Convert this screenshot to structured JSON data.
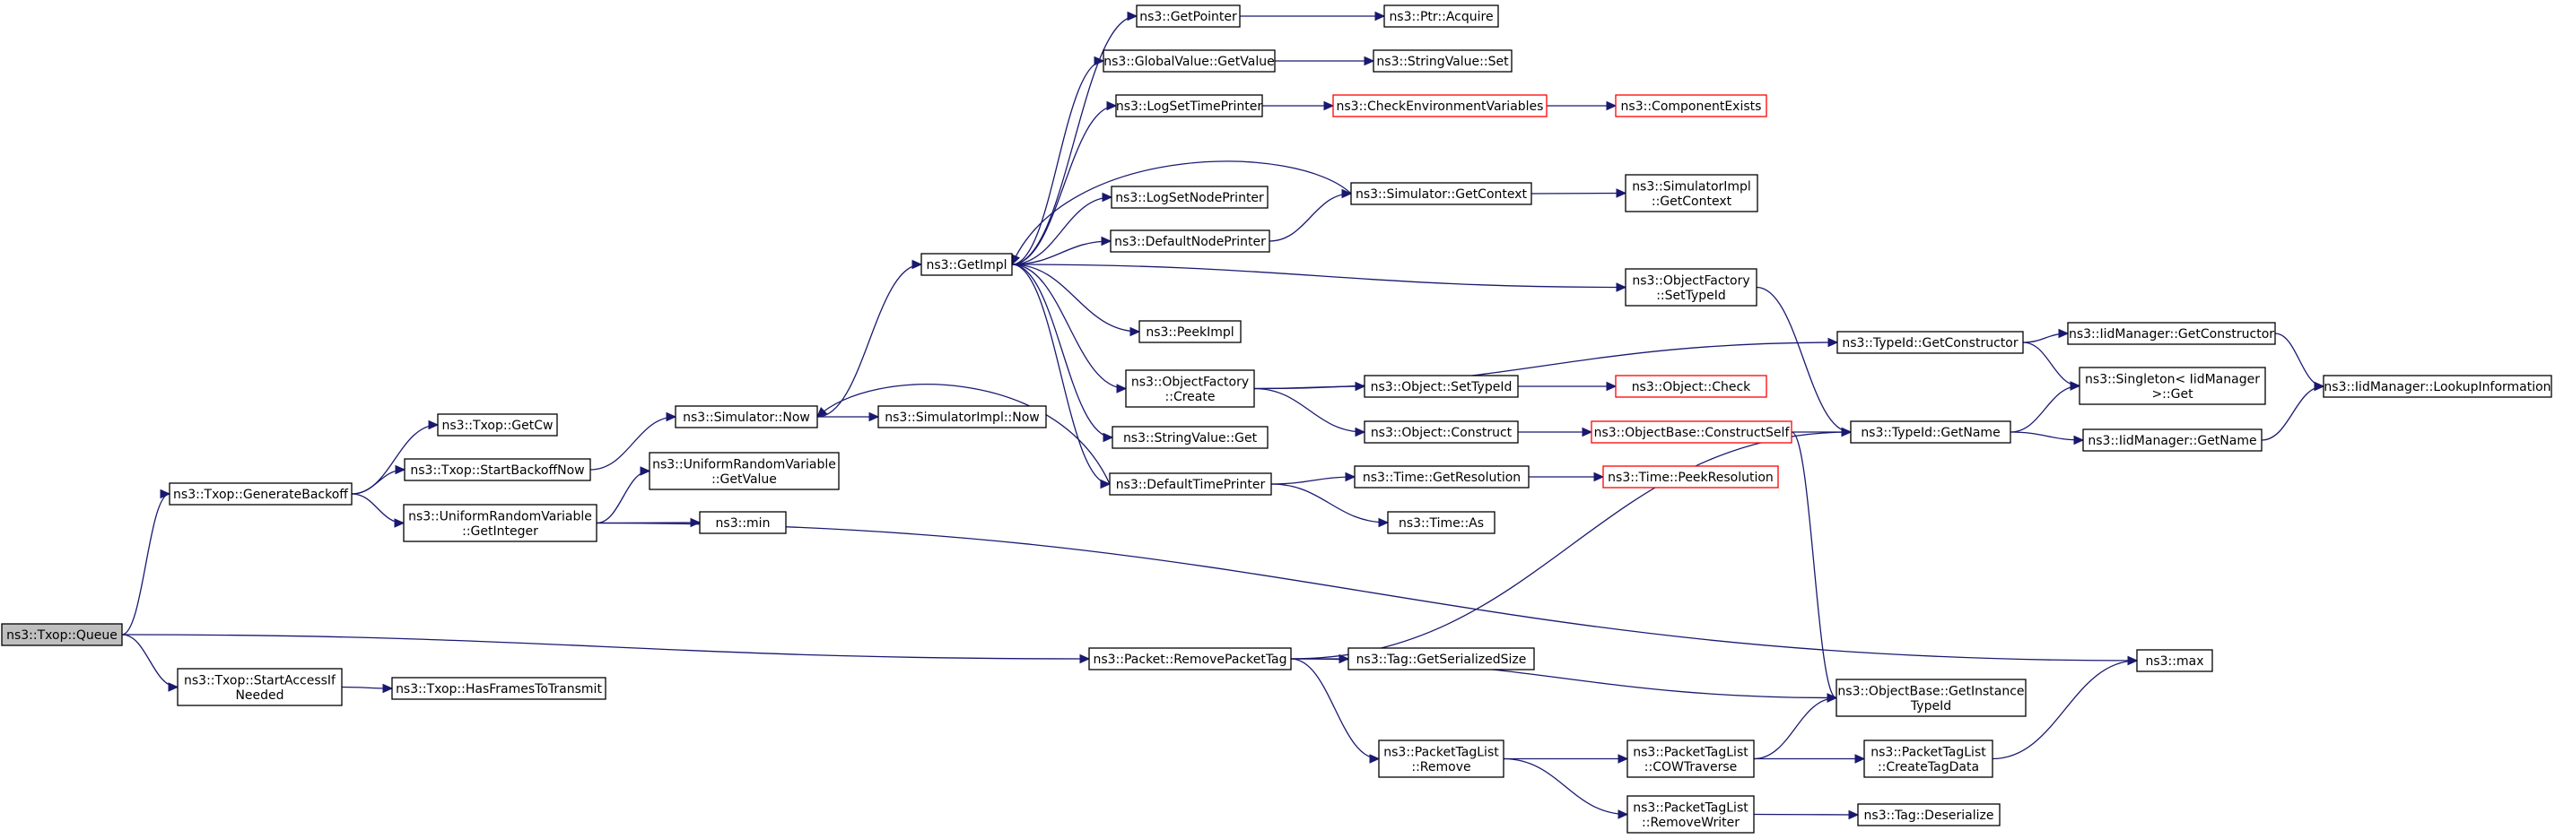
{
  "diagram": {
    "type": "call-graph",
    "edge_color": "#191970",
    "focus_fill": "#bfbfbf",
    "missing_border_color": "#ff0000",
    "nodes": [
      {
        "id": "queue",
        "lines": [
          "ns3::Txop::Queue"
        ],
        "style": "focus"
      },
      {
        "id": "genBackoff",
        "lines": [
          "ns3::Txop::GenerateBackoff"
        ]
      },
      {
        "id": "startAccess",
        "lines": [
          "ns3::Txop::StartAccessIf",
          "Needed"
        ]
      },
      {
        "id": "getCw",
        "lines": [
          "ns3::Txop::GetCw"
        ]
      },
      {
        "id": "startBackoffNow",
        "lines": [
          "ns3::Txop::StartBackoffNow"
        ]
      },
      {
        "id": "urvGetInteger",
        "lines": [
          "ns3::UniformRandomVariable",
          "::GetInteger"
        ]
      },
      {
        "id": "urvGetValue",
        "lines": [
          "ns3::UniformRandomVariable",
          "::GetValue"
        ]
      },
      {
        "id": "min",
        "lines": [
          "ns3::min"
        ]
      },
      {
        "id": "hasFrames",
        "lines": [
          "ns3::Txop::HasFramesToTransmit"
        ]
      },
      {
        "id": "simNow",
        "lines": [
          "ns3::Simulator::Now"
        ]
      },
      {
        "id": "simImplNow",
        "lines": [
          "ns3::SimulatorImpl::Now"
        ]
      },
      {
        "id": "getImpl",
        "lines": [
          "ns3::GetImpl"
        ]
      },
      {
        "id": "getPointer",
        "lines": [
          "ns3::GetPointer"
        ]
      },
      {
        "id": "gvGetValue",
        "lines": [
          "ns3::GlobalValue::GetValue"
        ]
      },
      {
        "id": "logSetTime",
        "lines": [
          "ns3::LogSetTimePrinter"
        ]
      },
      {
        "id": "logSetNode",
        "lines": [
          "ns3::LogSetNodePrinter"
        ]
      },
      {
        "id": "defNodePrinter",
        "lines": [
          "ns3::DefaultNodePrinter"
        ]
      },
      {
        "id": "peekImpl",
        "lines": [
          "ns3::PeekImpl"
        ]
      },
      {
        "id": "ofCreate",
        "lines": [
          "ns3::ObjectFactory",
          "::Create"
        ]
      },
      {
        "id": "svGet",
        "lines": [
          "ns3::StringValue::Get"
        ]
      },
      {
        "id": "defTimePrinter",
        "lines": [
          "ns3::DefaultTimePrinter"
        ]
      },
      {
        "id": "removePacketTag",
        "lines": [
          "ns3::Packet::RemovePacketTag"
        ]
      },
      {
        "id": "ptrAcquire",
        "lines": [
          "ns3::Ptr::Acquire"
        ]
      },
      {
        "id": "svSet",
        "lines": [
          "ns3::StringValue::Set"
        ]
      },
      {
        "id": "checkEnv",
        "lines": [
          "ns3::CheckEnvironmentVariables"
        ],
        "style": "missing"
      },
      {
        "id": "compExists",
        "lines": [
          "ns3::ComponentExists"
        ],
        "style": "missing"
      },
      {
        "id": "simGetContext",
        "lines": [
          "ns3::Simulator::GetContext"
        ]
      },
      {
        "id": "simImplGetContext",
        "lines": [
          "ns3::SimulatorImpl",
          "::GetContext"
        ]
      },
      {
        "id": "ofSetTypeId",
        "lines": [
          "ns3::ObjectFactory",
          "::SetTypeId"
        ]
      },
      {
        "id": "objSetTypeId",
        "lines": [
          "ns3::Object::SetTypeId"
        ]
      },
      {
        "id": "objCheck",
        "lines": [
          "ns3::Object::Check"
        ],
        "style": "missing"
      },
      {
        "id": "objConstruct",
        "lines": [
          "ns3::Object::Construct"
        ]
      },
      {
        "id": "obConstructSelf",
        "lines": [
          "ns3::ObjectBase::ConstructSelf"
        ],
        "style": "missing"
      },
      {
        "id": "timeGetRes",
        "lines": [
          "ns3::Time::GetResolution"
        ]
      },
      {
        "id": "timePeekRes",
        "lines": [
          "ns3::Time::PeekResolution"
        ],
        "style": "missing"
      },
      {
        "id": "timeAs",
        "lines": [
          "ns3::Time::As"
        ]
      },
      {
        "id": "tagSerSize",
        "lines": [
          "ns3::Tag::GetSerializedSize"
        ]
      },
      {
        "id": "ptlRemove",
        "lines": [
          "ns3::PacketTagList",
          "::Remove"
        ]
      },
      {
        "id": "ptlCow",
        "lines": [
          "ns3::PacketTagList",
          "::COWTraverse"
        ]
      },
      {
        "id": "ptlRemoveWriter",
        "lines": [
          "ns3::PacketTagList",
          "::RemoveWriter"
        ]
      },
      {
        "id": "ptlCreateTagData",
        "lines": [
          "ns3::PacketTagList",
          "::CreateTagData"
        ]
      },
      {
        "id": "tagDeserialize",
        "lines": [
          "ns3::Tag::Deserialize"
        ]
      },
      {
        "id": "typeIdGetConstructor",
        "lines": [
          "ns3::TypeId::GetConstructor"
        ]
      },
      {
        "id": "typeIdGetName",
        "lines": [
          "ns3::TypeId::GetName"
        ]
      },
      {
        "id": "obGetInstanceTypeId",
        "lines": [
          "ns3::ObjectBase::GetInstance",
          "TypeId"
        ]
      },
      {
        "id": "iidGetConstructor",
        "lines": [
          "ns3::IidManager::GetConstructor"
        ]
      },
      {
        "id": "singletonGet",
        "lines": [
          "ns3::Singleton< IidManager",
          ">::Get"
        ]
      },
      {
        "id": "iidGetName",
        "lines": [
          "ns3::IidManager::GetName"
        ]
      },
      {
        "id": "iidLookup",
        "lines": [
          "ns3::IidManager::LookupInformation"
        ]
      },
      {
        "id": "max",
        "lines": [
          "ns3::max"
        ]
      }
    ],
    "edges": [
      [
        "queue",
        "genBackoff"
      ],
      [
        "queue",
        "startAccess"
      ],
      [
        "queue",
        "removePacketTag"
      ],
      [
        "genBackoff",
        "getCw"
      ],
      [
        "genBackoff",
        "startBackoffNow"
      ],
      [
        "genBackoff",
        "urvGetInteger"
      ],
      [
        "startAccess",
        "hasFrames"
      ],
      [
        "startBackoffNow",
        "simNow"
      ],
      [
        "urvGetInteger",
        "urvGetValue"
      ],
      [
        "urvGetInteger",
        "min"
      ],
      [
        "urvGetInteger",
        "max"
      ],
      [
        "simNow",
        "getImpl"
      ],
      [
        "simNow",
        "simImplNow"
      ],
      [
        "getImpl",
        "getPointer"
      ],
      [
        "getImpl",
        "gvGetValue"
      ],
      [
        "getImpl",
        "logSetTime"
      ],
      [
        "getImpl",
        "logSetNode"
      ],
      [
        "getImpl",
        "defNodePrinter"
      ],
      [
        "getImpl",
        "peekImpl"
      ],
      [
        "getImpl",
        "ofCreate"
      ],
      [
        "getImpl",
        "svGet"
      ],
      [
        "getImpl",
        "defTimePrinter"
      ],
      [
        "getImpl",
        "ofSetTypeId"
      ],
      [
        "simGetContext",
        "getImpl"
      ],
      [
        "defTimePrinter",
        "simNow"
      ],
      [
        "getPointer",
        "ptrAcquire"
      ],
      [
        "gvGetValue",
        "svSet"
      ],
      [
        "logSetTime",
        "checkEnv"
      ],
      [
        "checkEnv",
        "compExists"
      ],
      [
        "defNodePrinter",
        "simGetContext"
      ],
      [
        "simGetContext",
        "simImplGetContext"
      ],
      [
        "ofCreate",
        "objSetTypeId"
      ],
      [
        "ofCreate",
        "objConstruct"
      ],
      [
        "ofCreate",
        "typeIdGetConstructor"
      ],
      [
        "objSetTypeId",
        "objCheck"
      ],
      [
        "objConstruct",
        "obConstructSelf"
      ],
      [
        "obConstructSelf",
        "typeIdGetName"
      ],
      [
        "obConstructSelf",
        "obGetInstanceTypeId"
      ],
      [
        "defTimePrinter",
        "timeGetRes"
      ],
      [
        "defTimePrinter",
        "timeAs"
      ],
      [
        "timeGetRes",
        "timePeekRes"
      ],
      [
        "removePacketTag",
        "tagSerSize"
      ],
      [
        "removePacketTag",
        "ptlRemove"
      ],
      [
        "removePacketTag",
        "obGetInstanceTypeId"
      ],
      [
        "removePacketTag",
        "typeIdGetName"
      ],
      [
        "ptlRemove",
        "ptlCow"
      ],
      [
        "ptlRemove",
        "ptlRemoveWriter"
      ],
      [
        "ptlCow",
        "ptlCreateTagData"
      ],
      [
        "ptlCow",
        "obGetInstanceTypeId"
      ],
      [
        "ptlRemoveWriter",
        "tagDeserialize"
      ],
      [
        "ptlCreateTagData",
        "max"
      ],
      [
        "ofSetTypeId",
        "typeIdGetName"
      ],
      [
        "typeIdGetConstructor",
        "iidGetConstructor"
      ],
      [
        "typeIdGetConstructor",
        "singletonGet"
      ],
      [
        "typeIdGetName",
        "singletonGet"
      ],
      [
        "typeIdGetName",
        "iidGetName"
      ],
      [
        "iidGetConstructor",
        "iidLookup"
      ],
      [
        "iidGetName",
        "iidLookup"
      ]
    ]
  }
}
